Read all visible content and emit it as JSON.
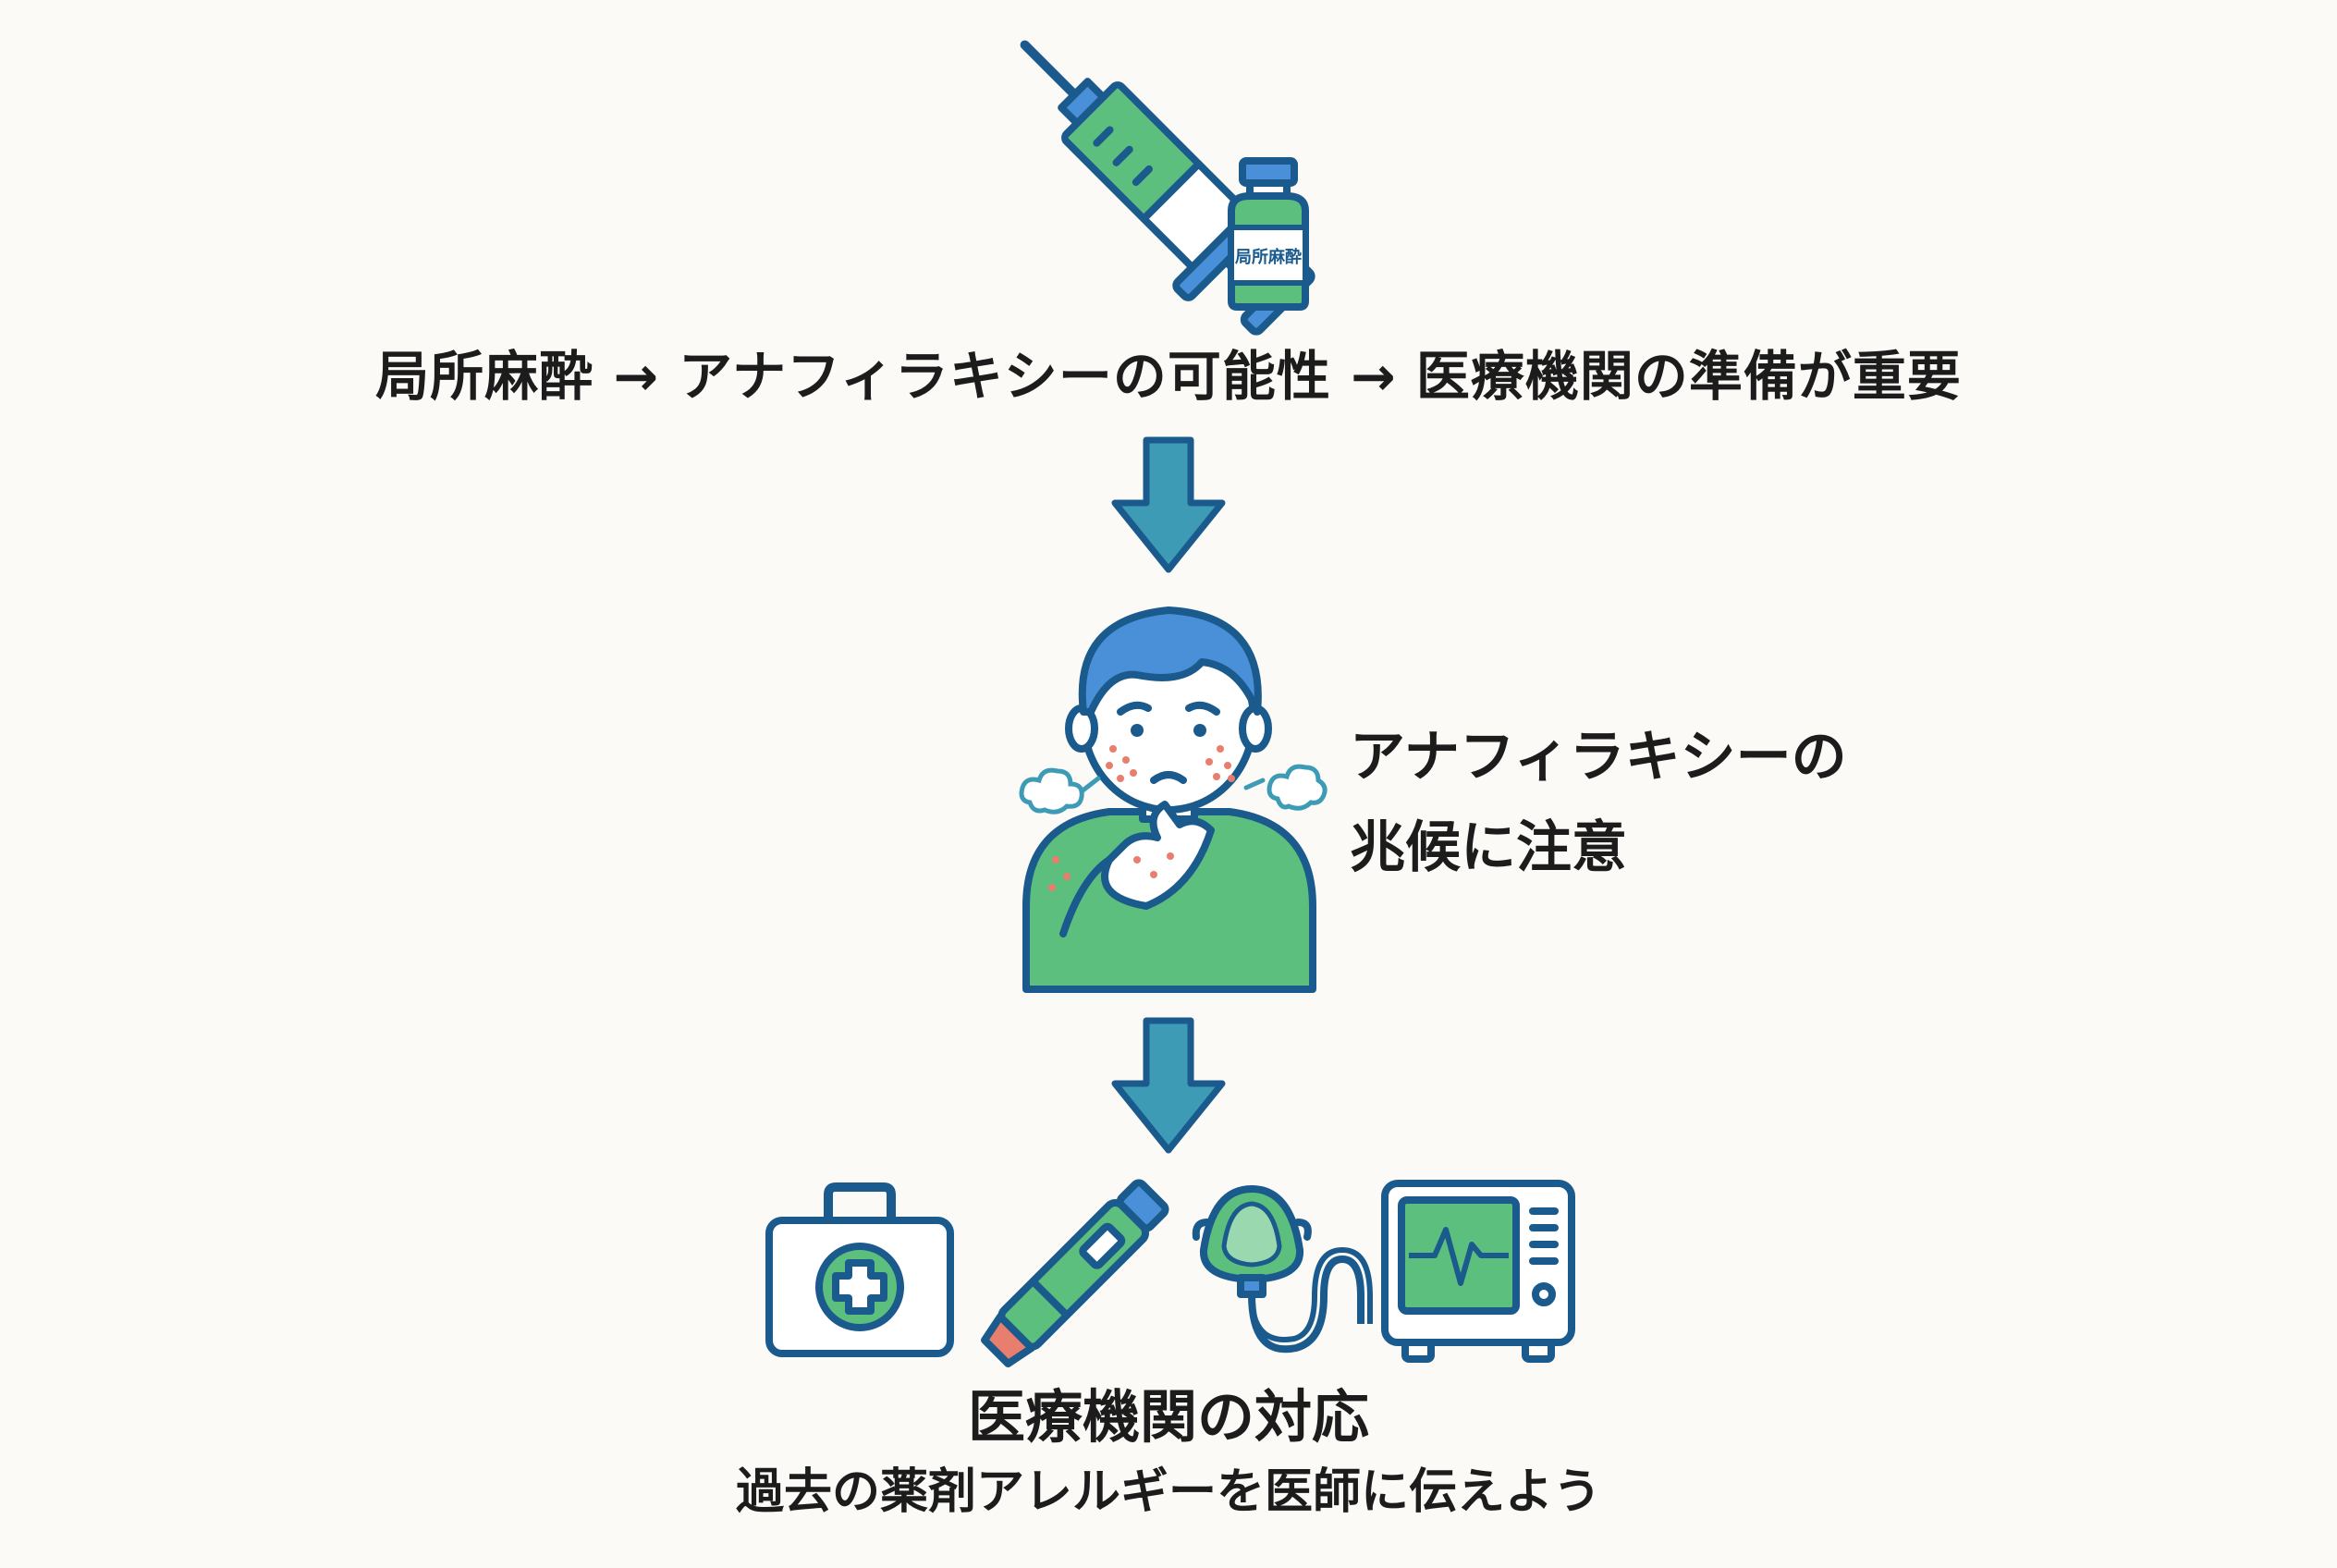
{
  "colors": {
    "background": "#fbfaf6",
    "outline": "#1a5a8c",
    "green": "#5cbf7e",
    "blue": "#4a90d9",
    "arrow": "#3e9bb5",
    "rash": "#e77e6e",
    "text": "#1c1c1c"
  },
  "step1": {
    "vial_label": "局所麻酔",
    "flow_text": "局所麻酔 → アナフィラキシーの可能性 → 医療機関の準備が重要",
    "icons": [
      "syringe-icon",
      "vial-icon"
    ]
  },
  "step2": {
    "title_line1": "アナフィラキシーの",
    "title_line2": "兆候に注意",
    "icons": [
      "patient-icon",
      "breath-puff-icon"
    ]
  },
  "step3": {
    "title": "医療機関の対応",
    "advice": "過去の薬剤アレルギーを医師に伝えよう",
    "icons": [
      "first-aid-kit-icon",
      "epinephrine-pen-icon",
      "oxygen-mask-icon",
      "vital-monitor-icon"
    ]
  }
}
